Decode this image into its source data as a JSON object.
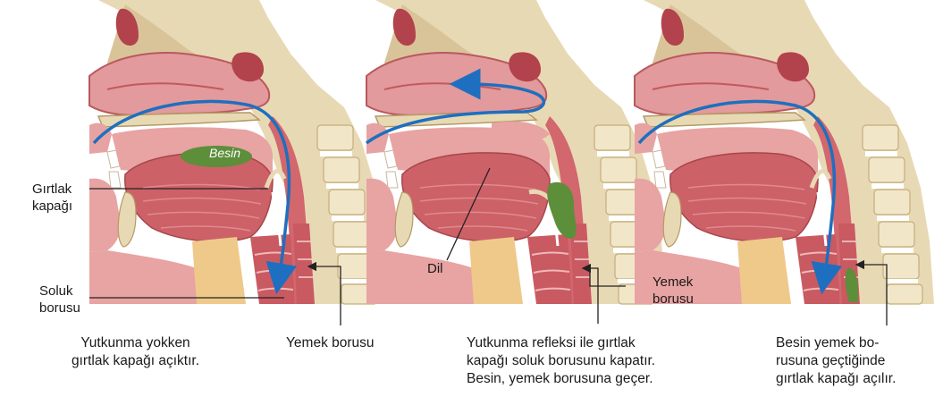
{
  "panel1": {
    "food_label": "Besin",
    "epiglottis_label": [
      "Gırtlak",
      "kapağı"
    ],
    "trachea_label": [
      "Soluk",
      "borusu"
    ],
    "esophagus_label": "Yemek borusu",
    "caption": [
      "Yutkunma yokken",
      "gırtlak kapağı açıktır."
    ]
  },
  "panel2": {
    "tongue_label": "Dil",
    "esophagus_label": [
      "Yemek",
      "borusu"
    ],
    "caption": [
      "Yutkunma refleksi ile gırtlak",
      "kapağı soluk borusunu kapatır.",
      "Besin, yemek borusuna geçer."
    ]
  },
  "panel3": {
    "caption": [
      "Besin yemek bo-",
      "rusuna geçtiğinde",
      "gırtlak kapağı açılır."
    ]
  },
  "colors": {
    "bone": "#e8d9b5",
    "flesh": "#e8a3a3",
    "tissue_dark": "#c4585d",
    "food": "#5d8e3a",
    "arrow": "#1e6fbf",
    "fat": "#efc98a"
  }
}
